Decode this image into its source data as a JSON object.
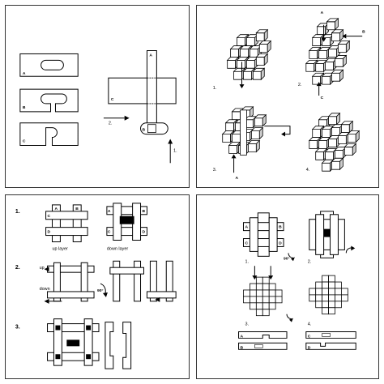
{
  "panel_top_left": {
    "piece_labels": [
      "A",
      "B",
      "C"
    ],
    "assembly_labels": [
      "C",
      "A",
      "B"
    ],
    "step_labels": [
      "2.",
      "1."
    ]
  },
  "panel_top_right": {
    "step_labels": [
      "1.",
      "2.",
      "3.",
      "4."
    ],
    "part_labels": [
      "A",
      "B",
      "C",
      "A"
    ]
  },
  "panel_bottom_left": {
    "step_labels": [
      "1.",
      "2.",
      "3."
    ],
    "captions": [
      "up layer",
      "down layer"
    ],
    "side_labels": [
      "up",
      "down"
    ],
    "rotation_label": "90°",
    "letters": [
      "A",
      "B",
      "C",
      "D",
      "A",
      "B",
      "C",
      "D"
    ]
  },
  "panel_bottom_right": {
    "step_labels": [
      "1.",
      "2.",
      "3.",
      "4."
    ],
    "rotation_label": "90°",
    "piece_letters": [
      "A",
      "B",
      "C",
      "D"
    ]
  }
}
